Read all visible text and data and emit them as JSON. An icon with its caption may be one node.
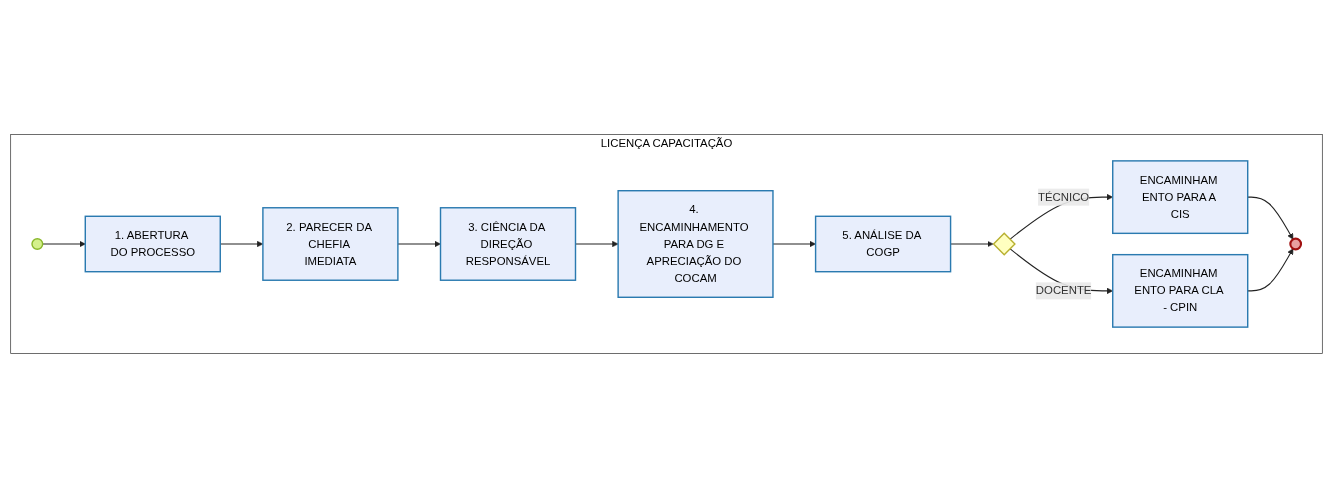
{
  "diagram": {
    "nodes": [
      {
        "text": [
          "LICENÇA CAPACITAÇÃO"
        ]
      },
      {
        "text": [],
        "shape": "circle",
        "in": 0
      },
      {
        "text": [
          "1. ABERTURA DO PROCESSO"
        ],
        "in": 0
      },
      {
        "text": [
          "2. PARECER DA CHEFIA IMEDIATA"
        ],
        "in": 0
      },
      {
        "text": [
          "3. CIÊNCIA DA DIREÇÃO RESPONSÁVEL"
        ],
        "in": 0
      },
      {
        "text": [
          "4. ENCAMINHAMENTO PARA DG E APRECIAÇÃO DO COCAM"
        ],
        "in": 0
      },
      {
        "text": [
          "ENCAMINHAM ENTO PARA A CIS"
        ],
        "in": 0
      },
      {
        "text": [],
        "shape": "diamond",
        "in": 0
      },
      {
        "text": [
          "5. ANÁLISE DA COGP"
        ],
        "in": 0
      },
      {
        "text": [],
        "shape": "circle",
        "in": 0
      },
      {
        "text": [
          "ENCAMINHAM ENTO PARA CLA - CPIN"
        ],
        "in": 0
      }
    ],
    "edges": [
      {
        "from": 1,
        "to": 2,
        "arrow": "to"
      },
      {
        "from": 2,
        "to": 3,
        "arrow": "to"
      },
      {
        "from": 3,
        "to": 4,
        "arrow": "to"
      },
      {
        "from": 4,
        "to": 5,
        "arrow": "to"
      },
      {
        "from": 5,
        "to": 8,
        "arrow": "to"
      },
      {
        "from": 8,
        "to": 7,
        "arrow": "to"
      },
      {
        "from": 7,
        "to": 6,
        "label": "TÉCNICO",
        "arrow": "to"
      },
      {
        "from": 7,
        "to": 10,
        "label": "DOCENTE",
        "arrow": "to"
      },
      {
        "from": 6,
        "to": 9,
        "arrow": "to"
      },
      {
        "from": 10,
        "to": 9,
        "arrow": "to"
      }
    ]
  }
}
